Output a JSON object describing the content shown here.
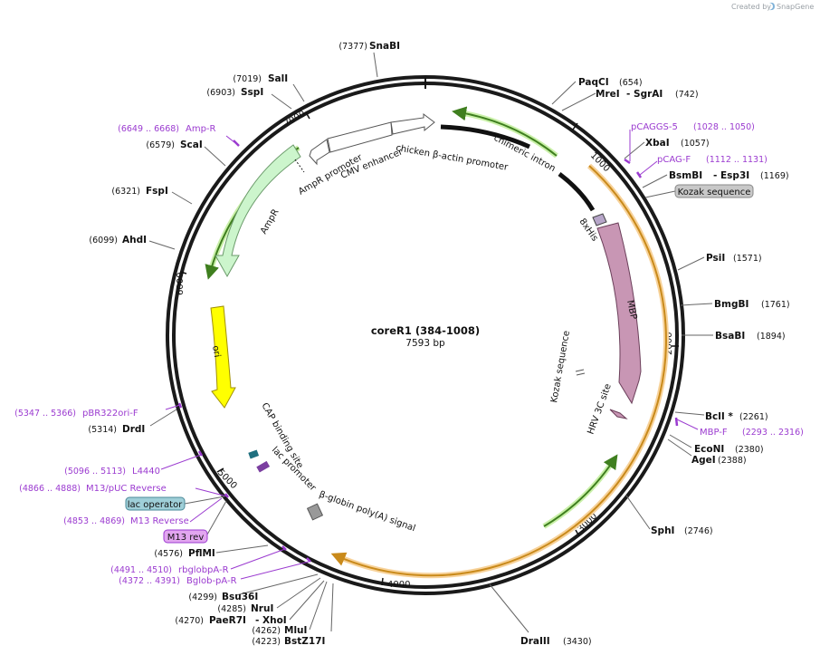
{
  "credit": {
    "prefix": "Created by",
    "brand": "SnapGene"
  },
  "plasmid": {
    "name": "coreR1 (384-1008)",
    "length": "7593 bp"
  },
  "ticks": [
    "1000",
    "2000",
    "3000",
    "4000",
    "5000",
    "6000",
    "7000"
  ],
  "sites": [
    {
      "name": "SnaBI",
      "pos": "(7377)"
    },
    {
      "name": "SalI",
      "pos": "(7019)"
    },
    {
      "name": "SspI",
      "pos": "(6903)"
    },
    {
      "name": "ScaI",
      "pos": "(6579)"
    },
    {
      "name": "FspI",
      "pos": "(6321)"
    },
    {
      "name": "AhdI",
      "pos": "(6099)"
    },
    {
      "name": "DrdI",
      "pos": "(5314)"
    },
    {
      "name": "PflMI",
      "pos": "(4576)"
    },
    {
      "name": "Bsu36I",
      "pos": "(4299)"
    },
    {
      "name": "NruI",
      "pos": "(4285)"
    },
    {
      "name": "PaeR7I",
      "pos": "(4270)",
      "extra": "- XhoI"
    },
    {
      "name": "MluI",
      "pos": "(4262)"
    },
    {
      "name": "BstZ17I",
      "pos": "(4223)"
    },
    {
      "name": "DraIII",
      "pos": "(3430)"
    },
    {
      "name": "SphI",
      "pos": "(2746)"
    },
    {
      "name": "AgeI",
      "pos": "(2388)"
    },
    {
      "name": "EcoNI",
      "pos": "(2380)"
    },
    {
      "name": "BclI *",
      "pos": "(2261)"
    },
    {
      "name": "BsaBI",
      "pos": "(1894)"
    },
    {
      "name": "BmgBI",
      "pos": "(1761)"
    },
    {
      "name": "PsiI",
      "pos": "(1571)"
    },
    {
      "name": "BsmBI",
      "pos": "(1169)",
      "extra": "- Esp3I"
    },
    {
      "name": "XbaI",
      "pos": "(1057)"
    },
    {
      "name": "MreI",
      "pos": "(742)",
      "extra": "- SgrAI"
    },
    {
      "name": "PaqCI",
      "pos": "(654)"
    }
  ],
  "primers": [
    {
      "name": "Amp-R",
      "pos": "(6649 .. 6668)"
    },
    {
      "name": "pBR322ori-F",
      "pos": "(5347 .. 5366)"
    },
    {
      "name": "L4440",
      "pos": "(5096 .. 5113)"
    },
    {
      "name": "M13/pUC Reverse",
      "pos": "(4866 .. 4888)"
    },
    {
      "name": "M13 Reverse",
      "pos": "(4853 .. 4869)"
    },
    {
      "name": "rbglobpA-R",
      "pos": "(4491 .. 4510)"
    },
    {
      "name": "Bglob-pA-R",
      "pos": "(4372 .. 4391)"
    },
    {
      "name": "pCAGGS-5",
      "pos": "(1028 .. 1050)"
    },
    {
      "name": "pCAG-F",
      "pos": "(1112 .. 1131)"
    },
    {
      "name": "MBP-F",
      "pos": "(2293 .. 2316)"
    }
  ],
  "boxes": {
    "kozak": "Kozak sequence",
    "lac_operator": "lac operator",
    "m13_rev": "M13 rev"
  },
  "features": {
    "chimeric_intron": "chimeric intron",
    "chicken_promoter": "chicken β-actin promoter",
    "cmv": "CMV enhancer",
    "ampr_promoter": "AmpR promoter",
    "ampr": "AmpR",
    "ori": "ori",
    "his": "8xHis",
    "mbp": "MBP",
    "hrv": "HRV 3C site",
    "kozak_inner": "Kozak sequence",
    "cap": "CAP binding site",
    "lac_promoter": "lac promoter",
    "globin": "β-globin poly(A) signal"
  },
  "colors": {
    "ampr": "#ccf5cc",
    "ori": "#ffff00",
    "mbp": "#c896b4",
    "orf": "#f5b942",
    "green": "#5aa02c",
    "primer": "#9b3bd0"
  }
}
